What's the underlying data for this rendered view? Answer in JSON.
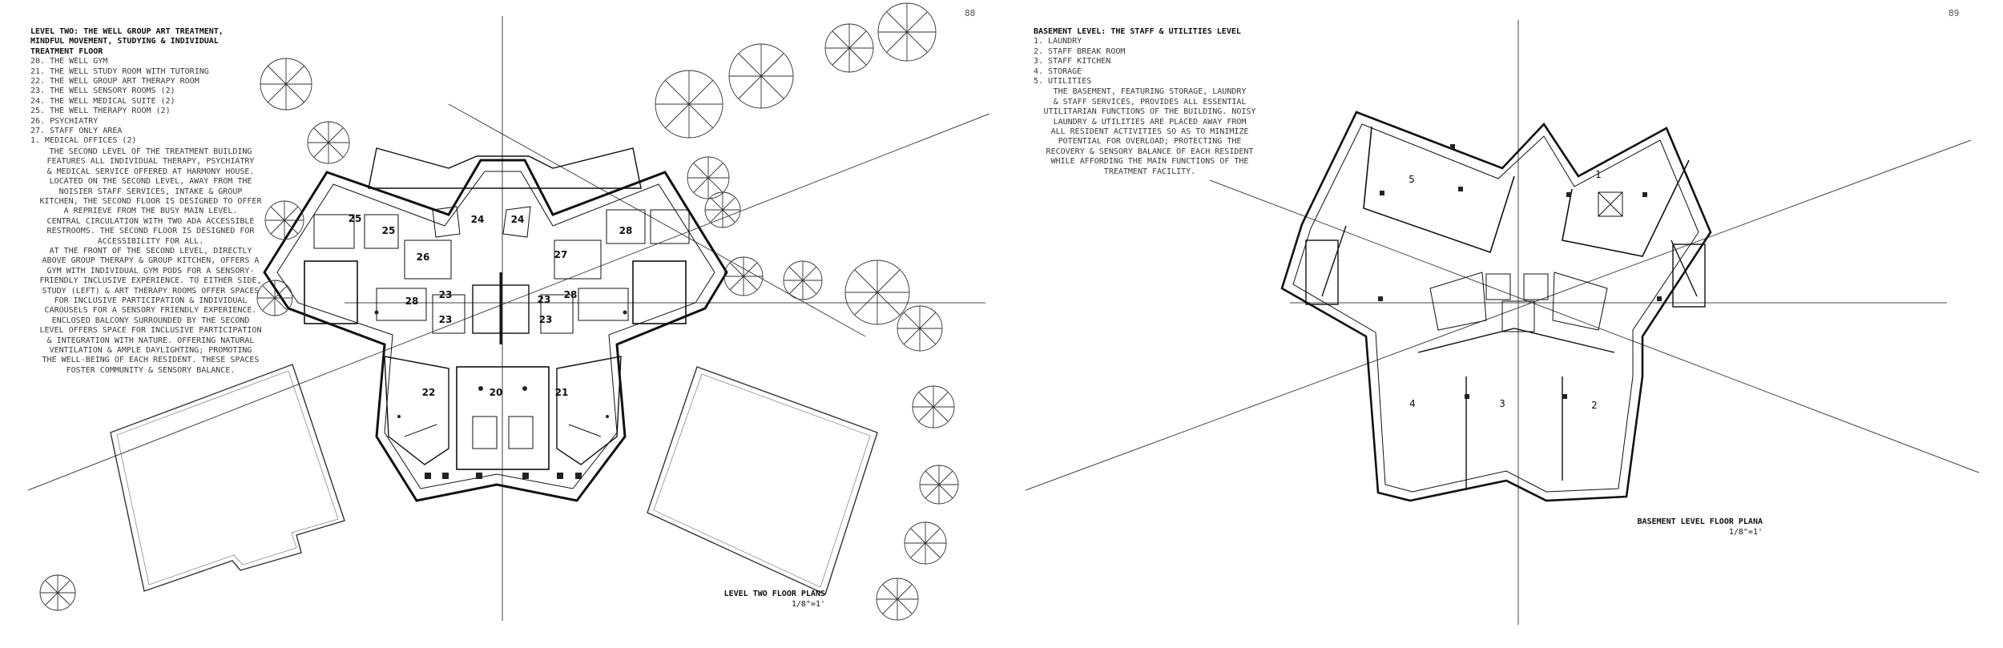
{
  "left_page": {
    "page_number": "88",
    "legend": {
      "title_lines": [
        "LEVEL TWO: THE WELL GROUP ART TREATMENT,",
        "MINDFUL MOVEMENT, STUDYING  & INDIVIDUAL",
        "TREATMENT FLOOR"
      ],
      "items": [
        "20. THE WELL GYM",
        "21. THE WELL STUDY ROOM WITH TUTORING",
        "22. THE WELL GROUP ART THERAPY ROOM",
        "23. THE WELL SENSORY ROOMS (2)",
        "24. THE WELL MEDICAL SUITE (2)",
        "25. THE WELL THERAPY ROOM (2)",
        "26. PSYCHIATRY",
        "27. STAFF ONLY AREA",
        "1. MEDICAL OFFICES (2)"
      ],
      "description_lines": [
        "THE SECOND LEVEL OF THE TREATMENT BUILDING",
        "FEATURES ALL INDIVIDUAL THERAPY, PSYCHIATRY",
        "& MEDICAL SERVICE OFFERED AT HARMONY HOUSE.",
        "LOCATED ON THE SECOND LEVEL, AWAY FROM THE",
        "NOISIER STAFF SERVICES, INTAKE & GROUP",
        "KITCHEN, THE SECOND FLOOR IS DESIGNED TO OFFER",
        "A REPRIEVE FROM THE BUSY MAIN LEVEL.",
        "CENTRAL CIRCULATION WITH TWO ADA ACCESSIBLE",
        "RESTROOMS. THE SECOND FLOOR IS DESIGNED FOR",
        "ACCESSIBILITY FOR ALL.",
        "AT THE FRONT OF THE SECOND LEVEL, DIRECTLY",
        "ABOVE GROUP THERAPY & GROUP KITCHEN, OFFERS A",
        "GYM WITH INDIVIDUAL GYM PODS FOR A SENSORY-",
        "FRIENDLY INCLUSIVE EXPERIENCE. TO EITHER SIDE,",
        "STUDY (LEFT) & ART THERAPY ROOMS OFFER SPACES",
        "FOR INCLUSIVE PARTICIPATION & INDIVIDUAL",
        "CAROUSELS FOR A SENSORY FRIENDLY EXPERIENCE.",
        "ENCLOSED BALCONY SURROUNDED BY THE SECOND",
        "LEVEL OFFERS SPACE FOR INCLUSIVE PARTICIPATION",
        "& INTEGRATION WITH NATURE. OFFERING NATURAL",
        "VENTILATION & AMPLE DAYLIGHTING; PROMOTING",
        "THE WELL-BEING OF EACH RESIDENT. THESE SPACES",
        "FOSTER COMMUNITY & SENSORY BALANCE."
      ]
    },
    "room_labels": [
      "20",
      "21",
      "22",
      "23",
      "23",
      "23",
      "23",
      "24",
      "24",
      "25",
      "25",
      "26",
      "27",
      "28",
      "28",
      "28"
    ],
    "caption": {
      "title": "LEVEL TWO FLOOR PLANS",
      "scale": "1/8\"=1'"
    }
  },
  "right_page": {
    "page_number": "89",
    "legend": {
      "title_lines": [
        "BASEMENT LEVEL: THE STAFF & UTILITIES LEVEL"
      ],
      "items": [
        "1. LAUNDRY",
        "2. STAFF BREAK ROOM",
        "3. STAFF KITCHEN",
        "4. STORAGE",
        "5. UTILITIES"
      ],
      "description_lines": [
        "THE BASEMENT, FEATURING STORAGE, LAUNDRY",
        "& STAFF SERVICES, PROVIDES ALL ESSENTIAL",
        "UTILITARIAN FUNCTIONS OF THE BUILDING. NOISY",
        "LAUNDRY & UTILITIES ARE PLACED AWAY FROM",
        "ALL RESIDENT ACTIVITIES SO AS TO MINIMIZE",
        "POTENTIAL FOR OVERLOAD; PROTECTING THE",
        "RECOVERY & SENSORY BALANCE OF EACH RESIDENT",
        "WHILE AFFORDING THE MAIN FUNCTIONS OF THE",
        "TREATMENT FACILITY."
      ]
    },
    "room_labels": [
      "1",
      "2",
      "3",
      "4",
      "5"
    ],
    "caption": {
      "title": "BASEMENT LEVEL FLOOR PLANA",
      "scale": "1/8\"=1'"
    }
  }
}
